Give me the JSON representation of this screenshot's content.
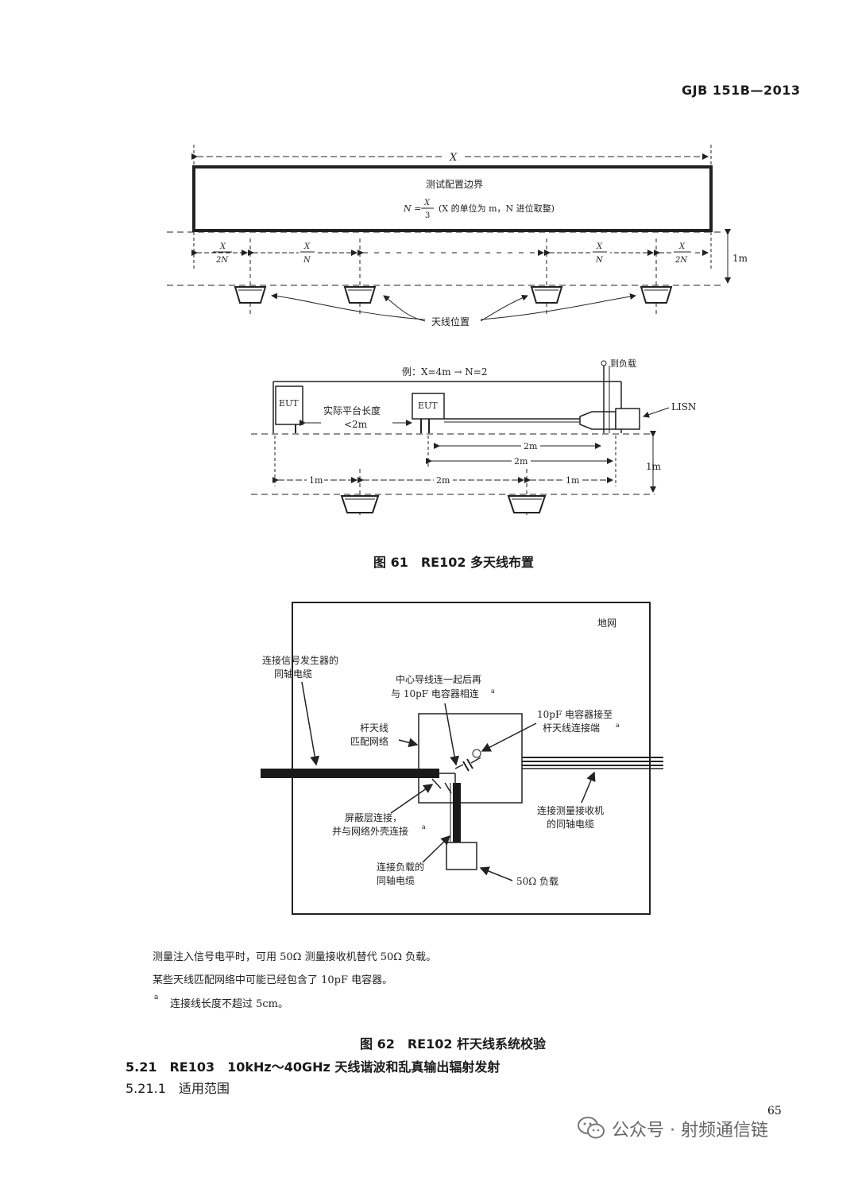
{
  "header": {
    "standard_no": "GJB 151B—2013"
  },
  "fig61": {
    "top": {
      "dim_X": "X",
      "boundary_title": "测试配置边界",
      "formula_N_lhs": "N =",
      "formula_num": "X",
      "formula_den": "3",
      "formula_note": "(X 的单位为 m，N 进位取整)",
      "seg_edge_num": "X",
      "seg_edge_den": "2N",
      "seg_mid_num": "X",
      "seg_mid_den": "N",
      "dim_1m": "1m",
      "antenna_label": "天线位置"
    },
    "bottom": {
      "example": "例：X=4m → N=2",
      "eut": "EUT",
      "actual_len_label": "实际平台长度",
      "actual_len_value": "<2m",
      "to_load": "到负载",
      "lisn": "LISN",
      "dim_2m": "2m",
      "dim_1m": "1m"
    },
    "caption": "图 61　RE102 多天线布置"
  },
  "fig62": {
    "ground_plane": "地网",
    "sig_gen_cable_l1": "连接信号发生器的",
    "sig_gen_cable_l2": "同轴电缆",
    "center_conductor_l1": "中心导线连一起后再",
    "center_conductor_l2": "与 10pF 电容器相连",
    "cap_to_rod_l1": "10pF 电容器接至",
    "cap_to_rod_l2": "杆天线连接端",
    "matching_l1": "杆天线",
    "matching_l2": "匹配网络",
    "shield_l1": "屏蔽层连接，",
    "shield_l2": "并与网络外壳连接",
    "receiver_cable_l1": "连接测量接收机",
    "receiver_cable_l2": "的同轴电缆",
    "load_cable_l1": "连接负载的",
    "load_cable_l2": "同轴电缆",
    "load_50": "50Ω 负载",
    "superscript_a": "a",
    "note1": "测量注入信号电平时，可用 50Ω 测量接收机替代 50Ω 负载。",
    "note2": "某些天线匹配网络中可能已经包含了 10pF 电容器。",
    "footnote_mark": "a",
    "footnote": "连接线长度不超过 5cm。",
    "caption": "图 62　RE102 杆天线系统校验"
  },
  "section": {
    "s521": "5.21　RE103　10kHz～40GHz 天线谐波和乱真输出辐射发射",
    "s5211": "5.21.1　适用范围"
  },
  "page_number": "65",
  "watermark": "公众号 · 射频通信链"
}
